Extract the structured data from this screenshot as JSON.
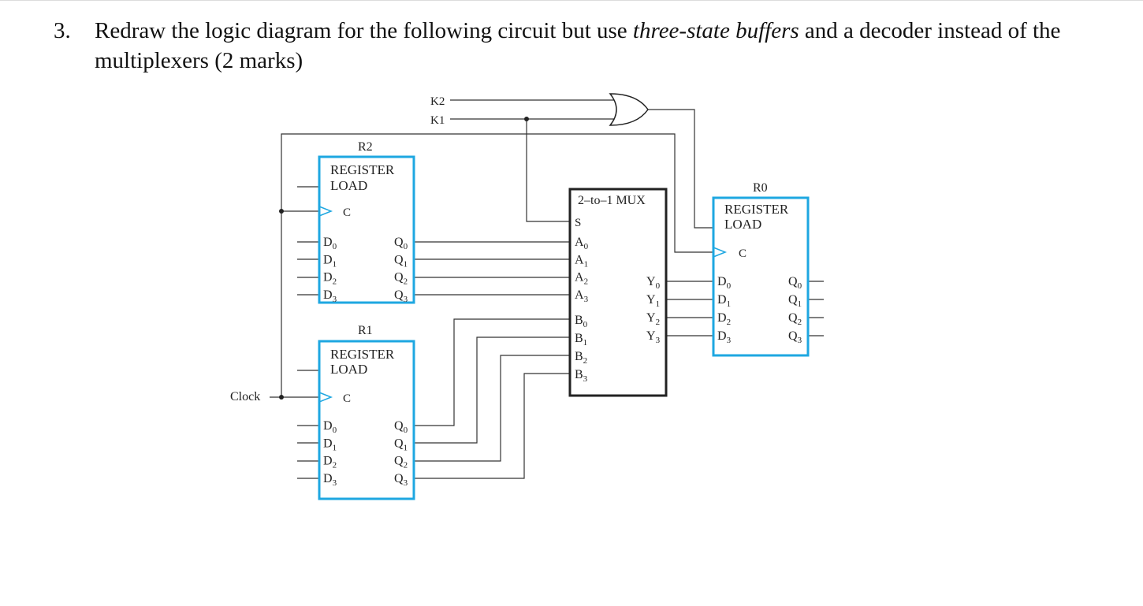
{
  "question": {
    "number": "3.",
    "text_before": "Redraw the logic diagram for the following circuit but use ",
    "emph1": "three-state buffers",
    "text_mid": " and a decoder instead of the multiplexers (2 marks)"
  },
  "diagram": {
    "k2": "K2",
    "k1": "K1",
    "clock": "Clock",
    "r2": {
      "name": "R2",
      "register": "REGISTER",
      "load": "LOAD",
      "c": "C"
    },
    "r1": {
      "name": "R1",
      "register": "REGISTER",
      "load": "LOAD",
      "c": "C"
    },
    "r0": {
      "name": "R0",
      "register": "REGISTER",
      "load": "LOAD",
      "c": "C"
    },
    "mux": {
      "title": "2–to–1 MUX",
      "s": "S"
    },
    "d_inputs": [
      "D",
      "D",
      "D",
      "D"
    ],
    "q_outputs": [
      "Q",
      "Q",
      "Q",
      "Q"
    ],
    "a_inputs": [
      "A",
      "A",
      "A",
      "A"
    ],
    "b_inputs": [
      "B",
      "B",
      "B",
      "B"
    ],
    "y_outputs": [
      "Y",
      "Y",
      "Y",
      "Y"
    ],
    "subscripts": [
      "0",
      "1",
      "2",
      "3"
    ]
  }
}
